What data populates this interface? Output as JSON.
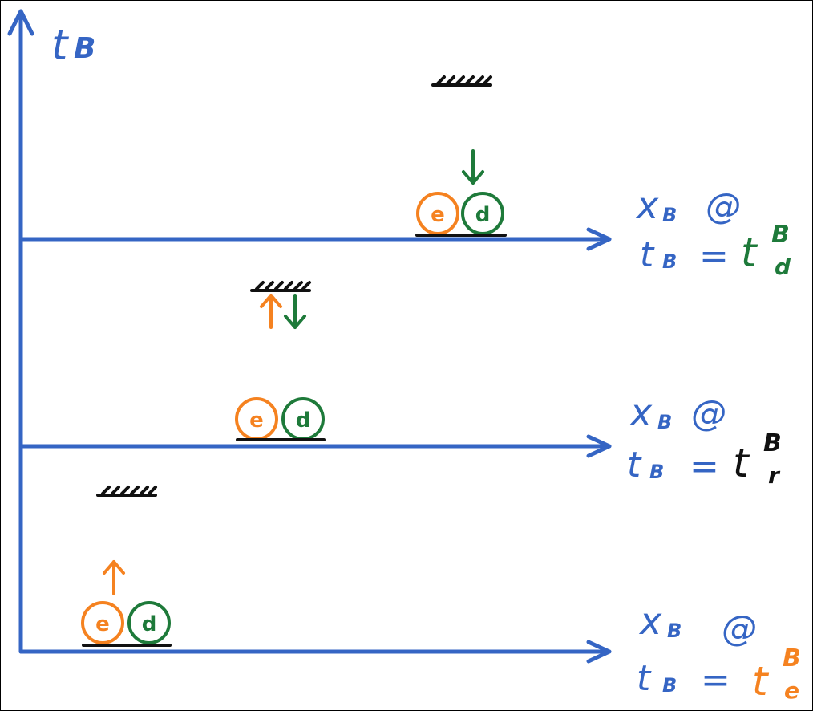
{
  "colors": {
    "axis": "#3565c4",
    "electron": "#f58220",
    "detector": "#1e7a3a",
    "mirror": "#111111",
    "reflect_label": "#111111"
  },
  "time_axis": {
    "label": "t",
    "label_sub": "B"
  },
  "frames": [
    {
      "id": "emit",
      "line1": "x",
      "line1_sub": "B",
      "line1_at": "@",
      "line2_t": "t",
      "line2_sub": "B",
      "line2_eq": "=",
      "event_t": "t",
      "event_sup": "B",
      "event_sub": "e",
      "event_color": "#f58220",
      "particles": [
        "e",
        "d"
      ],
      "arrow": "up"
    },
    {
      "id": "reflect",
      "line1": "x",
      "line1_sub": "B",
      "line1_at": "@",
      "line2_t": "t",
      "line2_sub": "B",
      "line2_eq": "=",
      "event_t": "t",
      "event_sup": "B",
      "event_sub": "r",
      "event_color": "#111111",
      "particles": [
        "e",
        "d"
      ],
      "arrow": "up-down"
    },
    {
      "id": "detect",
      "line1": "x",
      "line1_sub": "B",
      "line1_at": "@",
      "line2_t": "t",
      "line2_sub": "B",
      "line2_eq": "=",
      "event_t": "t",
      "event_sup": "B",
      "event_sub": "d",
      "event_color": "#1e7a3a",
      "particles": [
        "e",
        "d"
      ],
      "arrow": "down"
    }
  ]
}
